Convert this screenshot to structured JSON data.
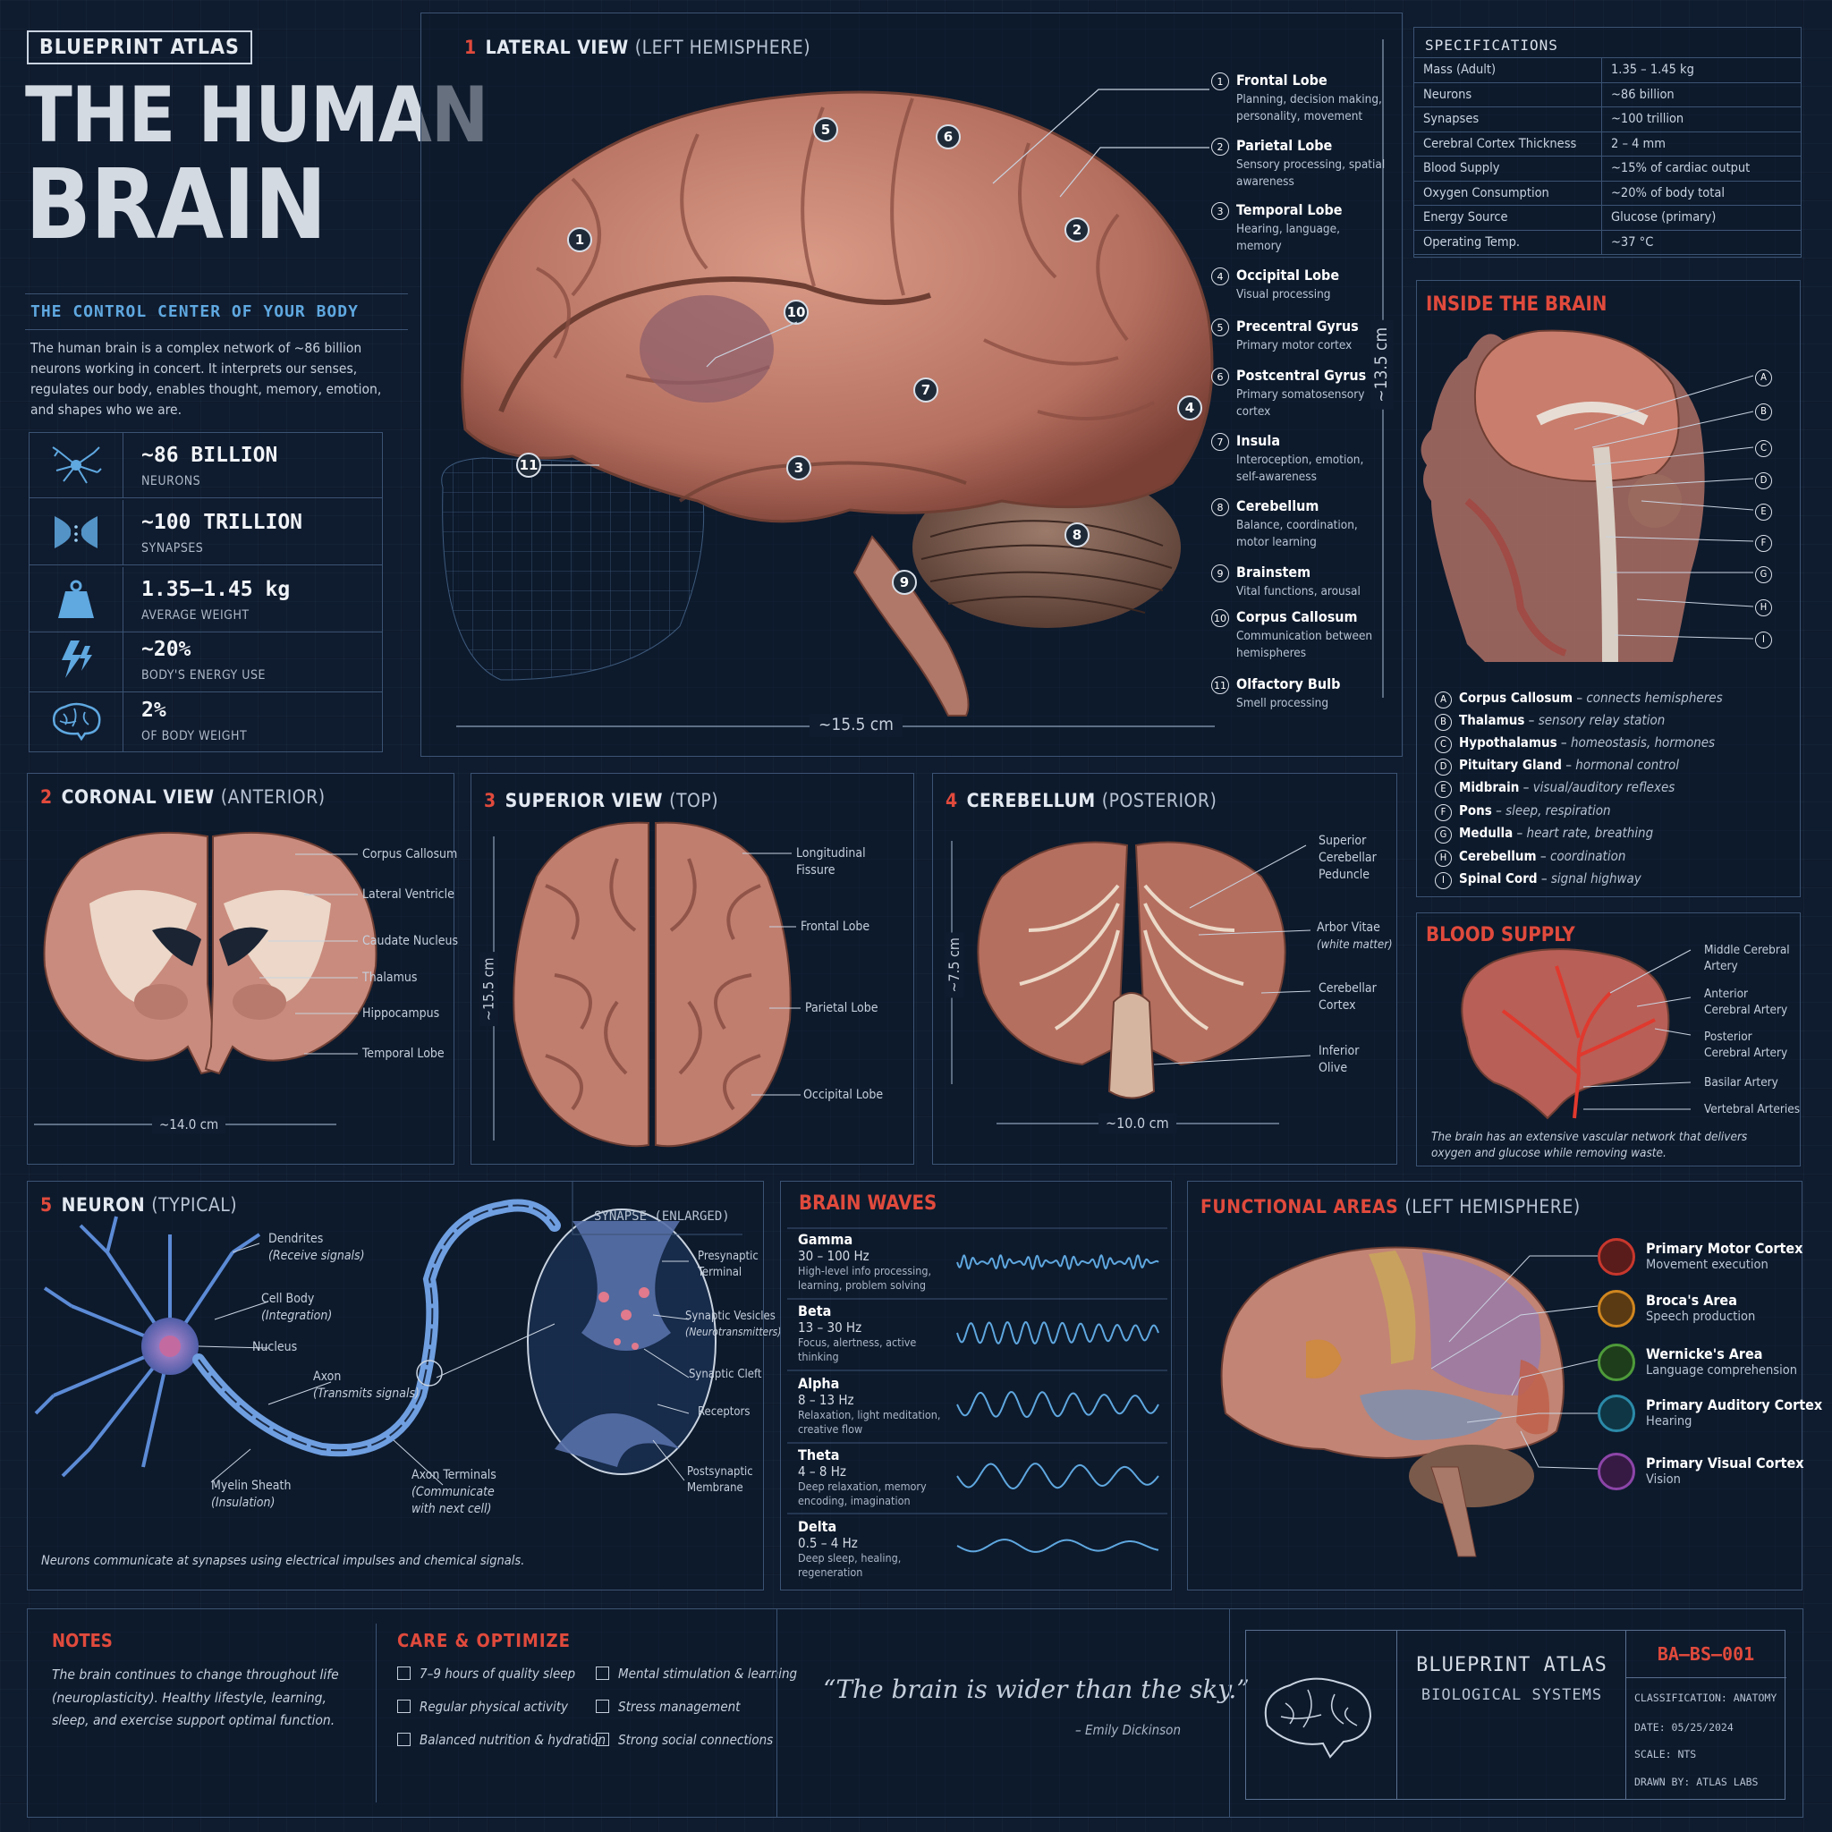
{
  "header": {
    "badge": "BLUEPRINT ATLAS",
    "title_line1": "THE HUMAN",
    "title_line2": "BRAIN",
    "subtitle": "THE CONTROL CENTER OF YOUR BODY",
    "intro": "The human brain is a complex network of ~86 billion neurons working in concert. It interprets our senses, regulates our body, enables thought, memory, emotion, and shapes who we are."
  },
  "stats": [
    {
      "value": "~86 BILLION",
      "label": "NEURONS",
      "icon": "neuron-icon"
    },
    {
      "value": "~100 TRILLION",
      "label": "SYNAPSES",
      "icon": "synapse-icon"
    },
    {
      "value": "1.35–1.45 kg",
      "label": "AVERAGE WEIGHT",
      "icon": "weight-icon"
    },
    {
      "value": "~20%",
      "label": "BODY'S ENERGY USE",
      "icon": "lightning-icon"
    },
    {
      "value": "2%",
      "label": "OF BODY WEIGHT",
      "icon": "brain-icon"
    }
  ],
  "lateral": {
    "num": "1",
    "title": "LATERAL VIEW",
    "sub": "(LEFT HEMISPHERE)",
    "width": "~15.5 cm",
    "height": "~13.5 cm",
    "parts": [
      {
        "n": "1",
        "name": "Frontal Lobe",
        "desc": "Planning, decision making, personality, movement"
      },
      {
        "n": "2",
        "name": "Parietal Lobe",
        "desc": "Sensory processing, spatial awareness"
      },
      {
        "n": "3",
        "name": "Temporal Lobe",
        "desc": "Hearing, language, memory"
      },
      {
        "n": "4",
        "name": "Occipital Lobe",
        "desc": "Visual processing"
      },
      {
        "n": "5",
        "name": "Precentral Gyrus",
        "desc": "Primary motor cortex"
      },
      {
        "n": "6",
        "name": "Postcentral Gyrus",
        "desc": "Primary somatosensory cortex"
      },
      {
        "n": "7",
        "name": "Insula",
        "desc": "Interoception, emotion, self-awareness"
      },
      {
        "n": "8",
        "name": "Cerebellum",
        "desc": "Balance, coordination, motor learning"
      },
      {
        "n": "9",
        "name": "Brainstem",
        "desc": "Vital functions, arousal"
      },
      {
        "n": "10",
        "name": "Corpus Callosum",
        "desc": "Communication between hemispheres"
      },
      {
        "n": "11",
        "name": "Olfactory Bulb",
        "desc": "Smell processing"
      }
    ]
  },
  "specs": {
    "title": "SPECIFICATIONS",
    "rows": [
      [
        "Mass (Adult)",
        "1.35 – 1.45 kg"
      ],
      [
        "Neurons",
        "~86 billion"
      ],
      [
        "Synapses",
        "~100 trillion"
      ],
      [
        "Cerebral Cortex Thickness",
        "2 – 4 mm"
      ],
      [
        "Blood Supply",
        "~15% of cardiac output"
      ],
      [
        "Oxygen Consumption",
        "~20% of body total"
      ],
      [
        "Energy Source",
        "Glucose (primary)"
      ],
      [
        "Operating Temp.",
        "~37 °C"
      ]
    ]
  },
  "inside": {
    "title": "INSIDE THE BRAIN",
    "items": [
      {
        "n": "A",
        "name": "Corpus Callosum",
        "desc": "connects hemispheres"
      },
      {
        "n": "B",
        "name": "Thalamus",
        "desc": "sensory relay station"
      },
      {
        "n": "C",
        "name": "Hypothalamus",
        "desc": "homeostasis, hormones"
      },
      {
        "n": "D",
        "name": "Pituitary Gland",
        "desc": "hormonal control"
      },
      {
        "n": "E",
        "name": "Midbrain",
        "desc": "visual/auditory reflexes"
      },
      {
        "n": "F",
        "name": "Pons",
        "desc": "sleep, respiration"
      },
      {
        "n": "G",
        "name": "Medulla",
        "desc": "heart rate, breathing"
      },
      {
        "n": "H",
        "name": "Cerebellum",
        "desc": "coordination"
      },
      {
        "n": "I",
        "name": "Spinal Cord",
        "desc": "signal highway"
      }
    ]
  },
  "coronal": {
    "num": "2",
    "title": "CORONAL VIEW",
    "sub": "(ANTERIOR)",
    "width": "~14.0 cm",
    "labels": [
      "Corpus Callosum",
      "Lateral Ventricle",
      "Caudate Nucleus",
      "Thalamus",
      "Hippocampus",
      "Temporal Lobe"
    ]
  },
  "superior": {
    "num": "3",
    "title": "SUPERIOR VIEW",
    "sub": "(TOP)",
    "height": "~15.5 cm",
    "labels": [
      "Longitudinal Fissure",
      "Frontal Lobe",
      "Parietal Lobe",
      "Occipital Lobe"
    ]
  },
  "cerebellum": {
    "num": "4",
    "title": "CEREBELLUM",
    "sub": "(POSTERIOR)",
    "height": "~7.5 cm",
    "width": "~10.0 cm",
    "labels": [
      {
        "name": "Superior Cerebellar Peduncle",
        "note": ""
      },
      {
        "name": "Arbor Vitae",
        "note": "(white matter)"
      },
      {
        "name": "Cerebellar Cortex",
        "note": ""
      },
      {
        "name": "Inferior Olive",
        "note": ""
      }
    ]
  },
  "blood": {
    "title": "BLOOD SUPPLY",
    "labels": [
      "Middle Cerebral Artery",
      "Anterior Cerebral Artery",
      "Posterior Cerebral Artery",
      "Basilar Artery",
      "Vertebral Arteries"
    ],
    "caption": "The brain has an extensive vascular network that delivers oxygen and glucose while removing waste."
  },
  "neuron": {
    "num": "5",
    "title": "NEURON",
    "sub": "(TYPICAL)",
    "synapse_title": "SYNAPSE (ENLARGED)",
    "labels": [
      {
        "name": "Dendrites",
        "note": "(Receive signals)"
      },
      {
        "name": "Cell Body",
        "note": "(Integration)"
      },
      {
        "name": "Nucleus",
        "note": ""
      },
      {
        "name": "Axon",
        "note": "(Transmits signals)"
      },
      {
        "name": "Myelin Sheath",
        "note": "(Insulation)"
      },
      {
        "name": "Axon Terminals",
        "note": "(Communicate with next cell)"
      }
    ],
    "syn_labels": [
      {
        "name": "Presynaptic Terminal",
        "note": ""
      },
      {
        "name": "Synaptic Vesicles",
        "note": "(Neurotransmitters)"
      },
      {
        "name": "Synaptic Cleft",
        "note": ""
      },
      {
        "name": "Receptors",
        "note": ""
      },
      {
        "name": "Postsynaptic Membrane",
        "note": ""
      }
    ],
    "caption": "Neurons communicate at synapses using electrical impulses and chemical signals."
  },
  "waves": {
    "title": "BRAIN WAVES",
    "items": [
      {
        "name": "Gamma",
        "hz": "30 – 100 Hz",
        "desc": "High-level info processing, learning, problem solving"
      },
      {
        "name": "Beta",
        "hz": "13 – 30 Hz",
        "desc": "Focus, alertness, active thinking"
      },
      {
        "name": "Alpha",
        "hz": "8 – 13 Hz",
        "desc": "Relaxation, light meditation, creative flow"
      },
      {
        "name": "Theta",
        "hz": "4 – 8 Hz",
        "desc": "Deep relaxation, memory encoding, imagination"
      },
      {
        "name": "Delta",
        "hz": "0.5 – 4 Hz",
        "desc": "Deep sleep, healing, regeneration"
      }
    ]
  },
  "functional": {
    "title": "FUNCTIONAL AREAS",
    "sub": "(LEFT HEMISPHERE)",
    "items": [
      {
        "name": "Primary Motor Cortex",
        "desc": "Movement execution",
        "color": "#c8372d"
      },
      {
        "name": "Broca's Area",
        "desc": "Speech production",
        "color": "#d0861f"
      },
      {
        "name": "Wernicke's Area",
        "desc": "Language comprehension",
        "color": "#4e9a3a"
      },
      {
        "name": "Primary Auditory Cortex",
        "desc": "Hearing",
        "color": "#2b8aa8"
      },
      {
        "name": "Primary Visual Cortex",
        "desc": "Vision",
        "color": "#8c45a8"
      }
    ]
  },
  "notes": {
    "title": "NOTES",
    "text": "The brain continues to change throughout life (neuroplasticity). Healthy lifestyle, learning, sleep, and exercise support optimal function."
  },
  "care": {
    "title": "CARE & OPTIMIZE",
    "items": [
      "7–9 hours of quality sleep",
      "Regular physical activity",
      "Balanced nutrition & hydration",
      "Mental stimulation & learning",
      "Stress management",
      "Strong social connections"
    ]
  },
  "quote": {
    "text": "“The brain is wider than the sky.”",
    "author": "– Emily Dickinson"
  },
  "footer": {
    "brand1": "BLUEPRINT ATLAS",
    "brand2": "BIOLOGICAL SYSTEMS",
    "code": "BA–BS–001",
    "classification": "CLASSIFICATION:  ANATOMY",
    "date": "DATE:   05/25/2024",
    "scale": "SCALE:  NTS",
    "drawn": "DRAWN BY:  ATLAS LABS"
  },
  "colors": {
    "accent": "#e04a3c",
    "blue": "#5fa8e0",
    "panel_border": "#3b5373",
    "background": "#0f1b2e"
  }
}
